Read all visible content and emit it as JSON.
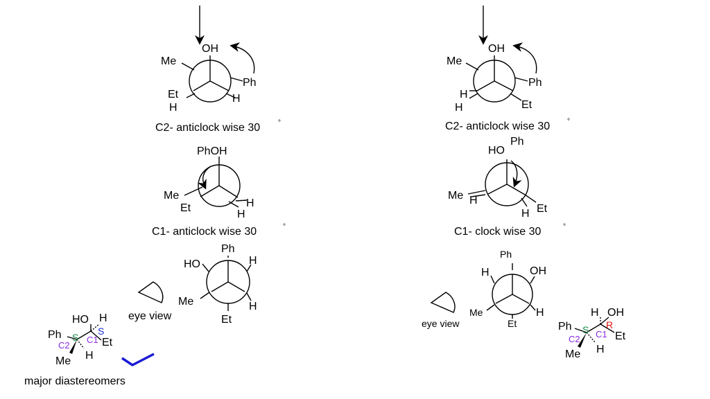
{
  "captions": {
    "left_step1": "C2- anticlock wise 30",
    "left_step2": "C1- anticlock wise 30",
    "right_step1": "C2- anticlock wise 30",
    "right_step2": "C1- clock wise 30",
    "degree": "°",
    "eye_left": "eye view",
    "eye_right": "eye view",
    "major": "major diastereomers"
  },
  "groups": {
    "oh": "OH",
    "ho": "HO",
    "me": "Me",
    "et": "Et",
    "ph": "Ph",
    "h": "H",
    "phoh": "PhOH"
  },
  "stereo": {
    "s": "S",
    "r": "R",
    "c1": "C1",
    "c2": "C2"
  },
  "colors": {
    "stereo_s_green": "#1a8a4a",
    "stereo_s_blue": "#1a2fd6",
    "stereo_r_red": "#e01010",
    "label_purple": "#8a2be2",
    "check_blue": "#1a1ad6"
  }
}
